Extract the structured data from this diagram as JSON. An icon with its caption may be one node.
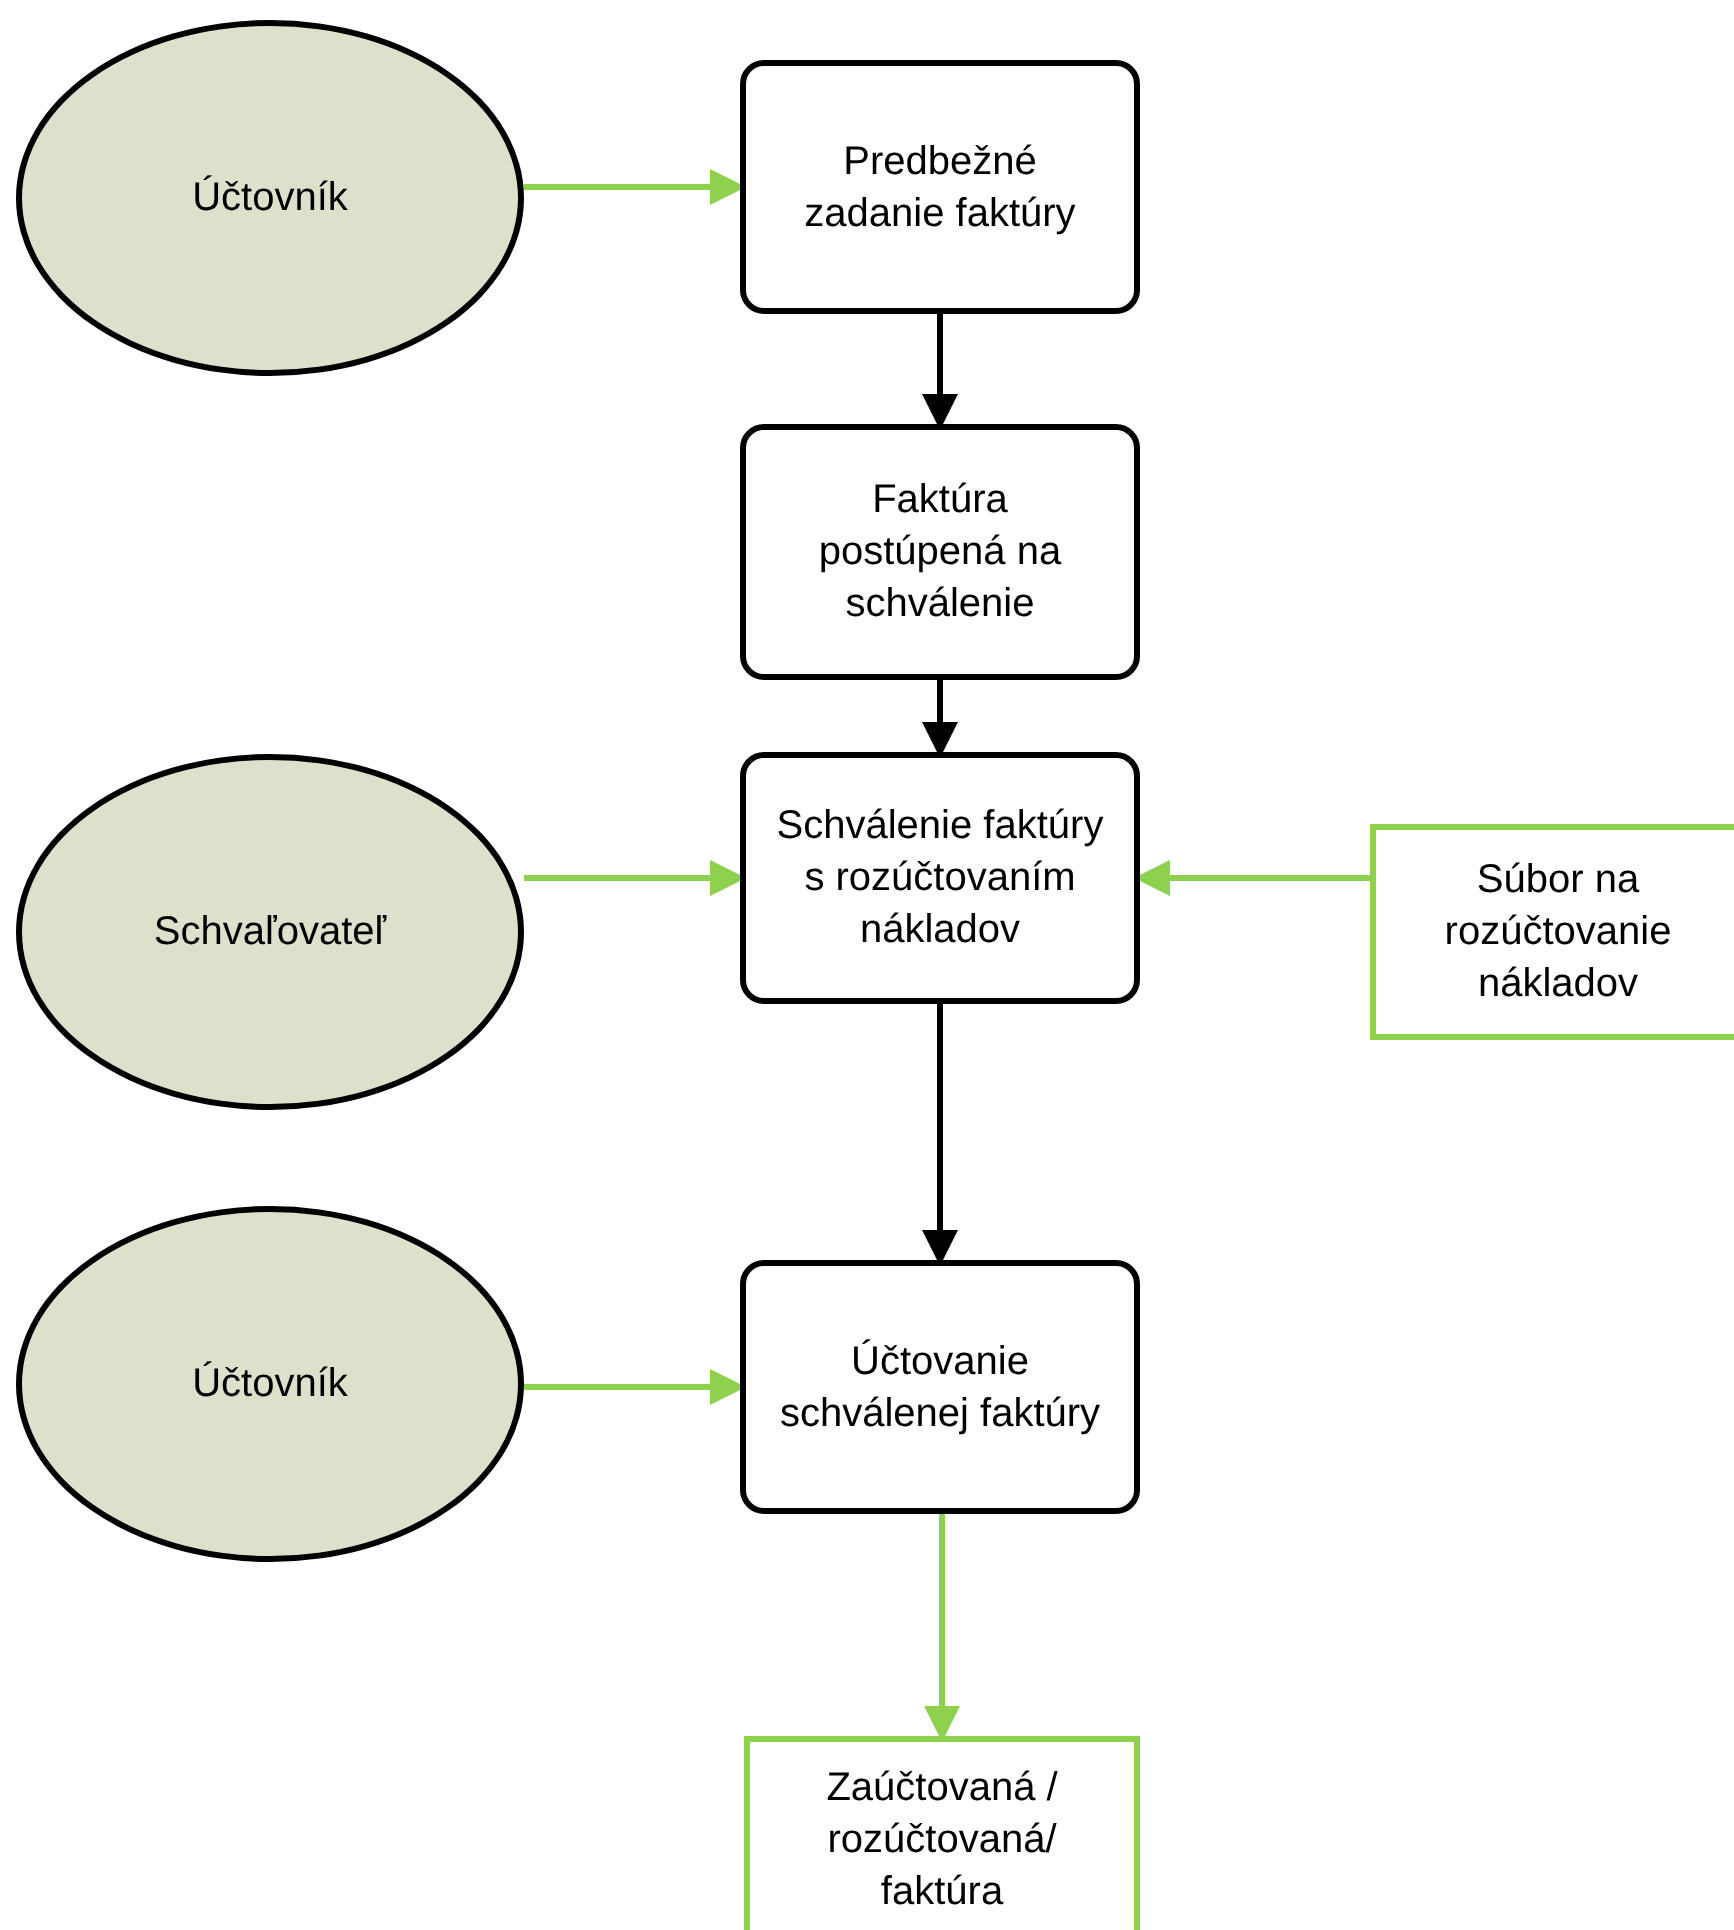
{
  "diagram": {
    "nodes": [
      {
        "text": [
          "Účtovník"
        ]
      },
      {
        "text": [
          "Predbežné zadanie faktúry"
        ]
      },
      {
        "text": [
          "Faktúra postúpená na schválenie"
        ]
      },
      {
        "text": [
          "Schvaľovateľ"
        ]
      },
      {
        "text": [
          "Schválenie faktúry s rozúčtovaním nákladov"
        ]
      },
      {
        "text": [
          "Súbor na rozúčtovanie nákladov"
        ]
      },
      {
        "text": [
          "Účtovník"
        ]
      },
      {
        "text": [
          "Účtovanie schválenej faktúry"
        ]
      },
      {
        "text": [
          "Zaúčtovaná / rozúčtovaná/ faktúra"
        ]
      }
    ],
    "edges": [
      {
        "from": 0,
        "to": 1,
        "arrow": "to"
      },
      {
        "from": 1,
        "to": 2,
        "arrow": "to",
        "color": "#000000"
      },
      {
        "from": 2,
        "to": 4,
        "arrow": "to",
        "color": "#000000"
      },
      {
        "from": 3,
        "to": 4,
        "arrow": "to"
      },
      {
        "from": 5,
        "to": 4,
        "arrow": "to"
      },
      {
        "from": 4,
        "to": 7,
        "arrow": "to",
        "color": "#000000"
      },
      {
        "from": 6,
        "to": 7,
        "arrow": "to"
      },
      {
        "from": 7,
        "to": 8,
        "arrow": "to"
      }
    ]
  }
}
